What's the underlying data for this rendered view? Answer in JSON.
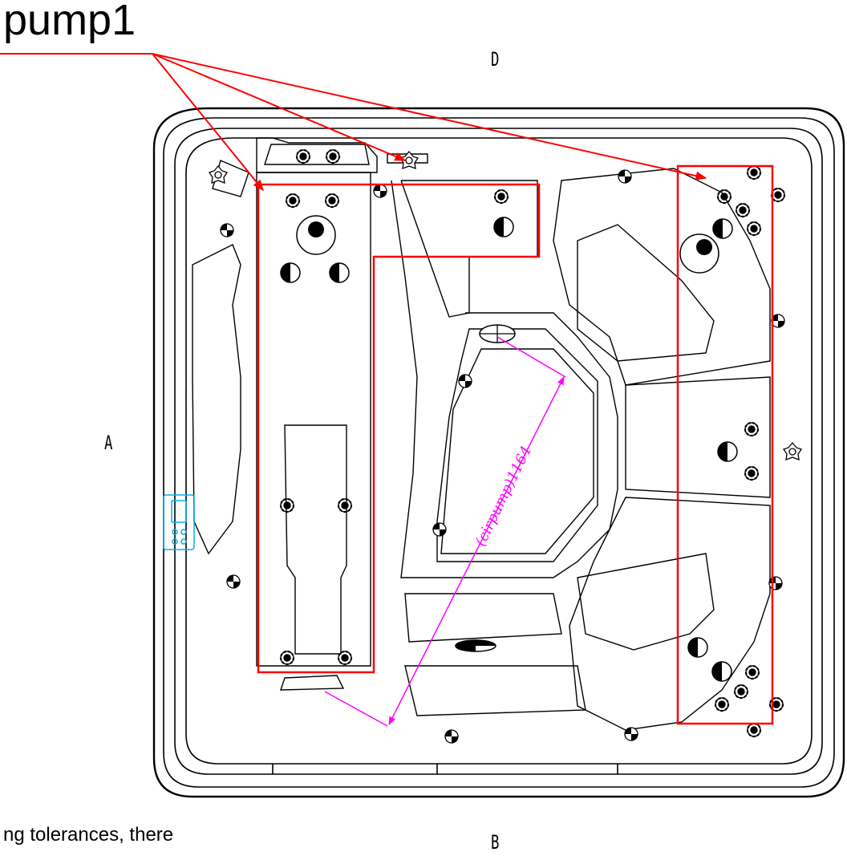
{
  "diagram": {
    "callout_label": "pump1",
    "side_labels": {
      "top": "D",
      "left": "A",
      "bottom": "B"
    },
    "dimension_label": "(cirpump)1164",
    "footnote": "ng tolerances, there"
  },
  "colors": {
    "outline": "#000000",
    "callout": "#ff0000",
    "dimension": "#ff00ff",
    "control_panel": "#00b0f0"
  },
  "icons": {
    "jet": "jet-icon",
    "valve": "valve-icon",
    "control_panel": "control-panel-icon"
  }
}
